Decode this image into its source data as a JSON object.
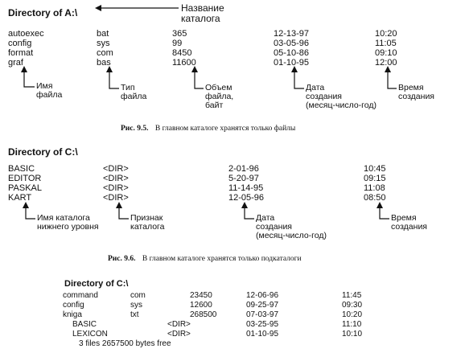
{
  "figure_a": {
    "heading": "Directory of A:\\",
    "heading_annotation": "Название\nкаталога",
    "rows": [
      {
        "name": "autoexec",
        "type": "bat",
        "size": "365",
        "date": "12-13-97",
        "time": "10:20"
      },
      {
        "name": "config",
        "type": "sys",
        "size": "99",
        "date": "03-05-96",
        "time": "11:05"
      },
      {
        "name": "format",
        "type": "com",
        "size": "8450",
        "date": "05-10-86",
        "time": "09:10"
      },
      {
        "name": "graf",
        "type": "bas",
        "size": "11600",
        "date": "01-10-95",
        "time": "12:00"
      }
    ],
    "labels": {
      "name": "Имя\nфайла",
      "type": "Тип\nфайла",
      "size": "Объем\nфайла,\nбайт",
      "date": "Дата\nсоздания\n(месяц-число-год)",
      "time": "Время\nсоздания"
    },
    "caption_number": "Рис.  9.5.",
    "caption_text": "В главном каталоге хранятся только файлы"
  },
  "figure_b": {
    "heading": "Directory of C:\\",
    "rows": [
      {
        "name": "BASIC",
        "tag": "<DIR>",
        "date": "2-01-96",
        "time": "10:45"
      },
      {
        "name": "EDITOR",
        "tag": "<DIR>",
        "date": "5-20-97",
        "time": "09:15"
      },
      {
        "name": "PASKAL",
        "tag": "<DIR>",
        "date": "11-14-95",
        "time": "11:08"
      },
      {
        "name": "KART",
        "tag": "<DIR>",
        "date": "12-05-96",
        "time": "08:50"
      }
    ],
    "labels": {
      "name": "Имя каталога\nнижнего уровня",
      "tag": "Признак\nкаталога",
      "date": "Дата\nсоздания\n(месяц-число-год)",
      "time": "Время\nсоздания"
    },
    "caption_number": "Рис. 9.6.",
    "caption_text": "В главном каталоге хранятся только подкаталоги"
  },
  "figure_c": {
    "heading": "Directory of C:\\",
    "rows": [
      {
        "name": "command",
        "type": "com",
        "size": "23450",
        "date": "12-06-96",
        "time": "11:45"
      },
      {
        "name": "config",
        "type": "sys",
        "size": "12600",
        "date": "09-25-97",
        "time": "09:30"
      },
      {
        "name": "kniga",
        "type": "txt",
        "size": "268500",
        "date": "07-03-97",
        "time": "10:20"
      },
      {
        "name": "BASIC",
        "type": "",
        "size": "<DIR>",
        "date": "03-25-95",
        "time": "11:10"
      },
      {
        "name": "LEXICON",
        "type": "",
        "size": "<DIR>",
        "date": "01-10-95",
        "time": "10:10"
      }
    ],
    "summary": "3 files 2657500 bytes free"
  }
}
